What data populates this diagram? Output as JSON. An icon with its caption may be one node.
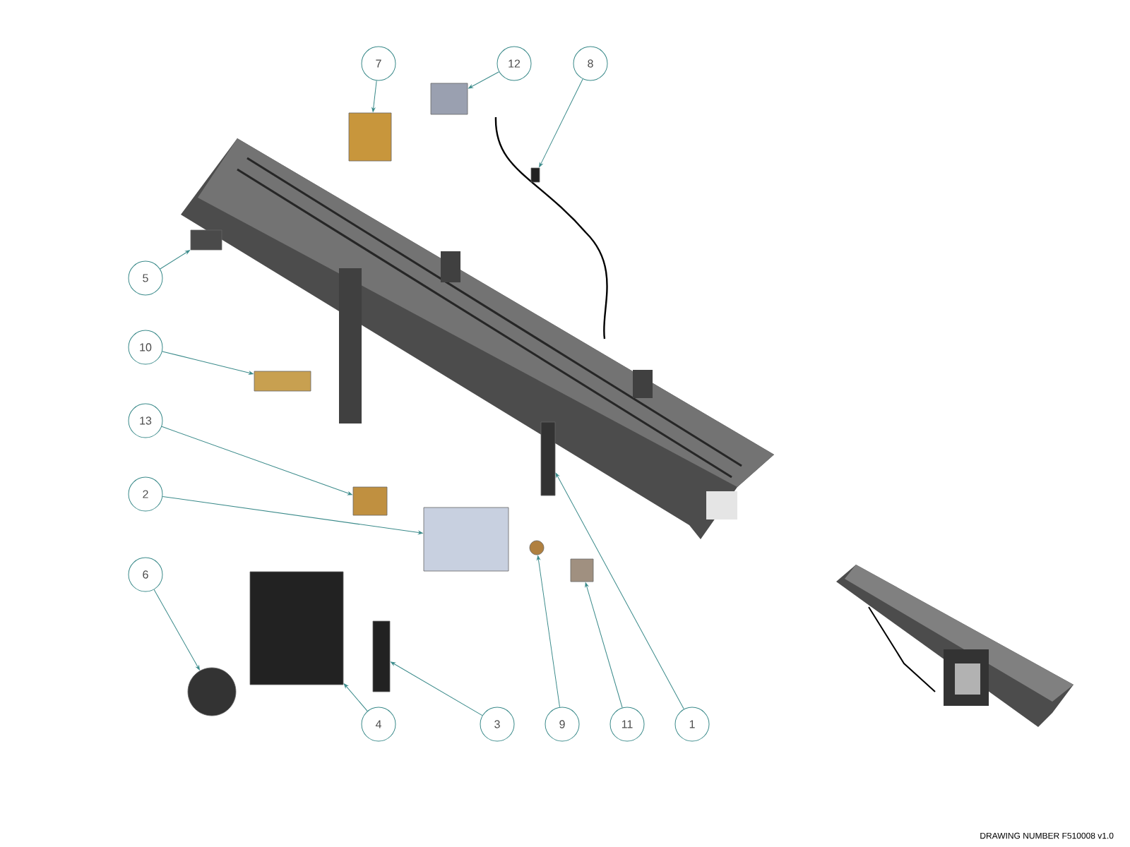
{
  "diagram": {
    "nodes": [
      {
        "text": [
          "7"
        ]
      },
      {
        "text": [
          "12"
        ]
      },
      {
        "text": [
          "8"
        ]
      },
      {
        "text": [
          "5"
        ]
      },
      {
        "text": [
          "10"
        ]
      },
      {
        "text": [
          "13"
        ]
      },
      {
        "text": [
          "2"
        ]
      },
      {
        "text": [
          "6"
        ]
      },
      {
        "text": [
          "4"
        ]
      },
      {
        "text": [
          "3"
        ]
      },
      {
        "text": [
          "9"
        ]
      },
      {
        "text": [
          "11"
        ]
      },
      {
        "text": [
          "1"
        ]
      },
      {
        "text": [],
        "shape": "box"
      },
      {
        "text": [],
        "shape": "box"
      },
      {
        "text": [],
        "shape": "box"
      },
      {
        "text": [],
        "shape": "box"
      },
      {
        "text": [],
        "shape": "box"
      },
      {
        "text": [],
        "shape": "box"
      },
      {
        "text": [],
        "shape": "box"
      },
      {
        "text": [],
        "shape": "circle"
      },
      {
        "text": [],
        "shape": "box"
      },
      {
        "text": [],
        "shape": "box"
      },
      {
        "text": [],
        "shape": "circle"
      },
      {
        "text": [],
        "shape": "box"
      },
      {
        "text": [],
        "shape": "box"
      }
    ],
    "edges": [
      {
        "from": 0,
        "to": 13,
        "arrow": "to"
      },
      {
        "from": 1,
        "to": 14,
        "arrow": "to"
      },
      {
        "from": 2,
        "to": 15,
        "arrow": "to"
      },
      {
        "from": 3,
        "to": 16,
        "arrow": "to"
      },
      {
        "from": 4,
        "to": 17,
        "arrow": "to"
      },
      {
        "from": 5,
        "to": 18,
        "arrow": "to"
      },
      {
        "from": 6,
        "to": 19,
        "arrow": "to"
      },
      {
        "from": 7,
        "to": 20,
        "arrow": "to"
      },
      {
        "from": 8,
        "to": 21,
        "arrow": "to"
      },
      {
        "from": 9,
        "to": 22,
        "arrow": "to"
      },
      {
        "from": 10,
        "to": 23,
        "arrow": "to"
      },
      {
        "from": 11,
        "to": 24,
        "arrow": "to"
      },
      {
        "from": 12,
        "to": 25,
        "arrow": "to"
      }
    ],
    "labels": [
      "DRAWING NUMBER F510008 v1.0"
    ]
  }
}
